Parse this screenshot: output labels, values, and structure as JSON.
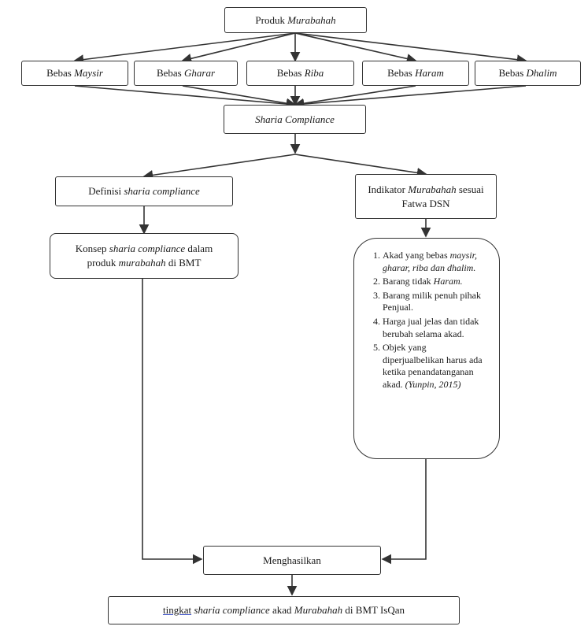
{
  "nodes": {
    "produk": {
      "pre": "Produk ",
      "em": "Murabahah",
      "post": ""
    },
    "maysir": {
      "pre": "Bebas ",
      "em": "Maysir",
      "post": ""
    },
    "gharar": {
      "pre": "Bebas ",
      "em": "Gharar",
      "post": ""
    },
    "riba": {
      "pre": "Bebas ",
      "em": "Riba",
      "post": ""
    },
    "haram": {
      "pre": "Bebas ",
      "em": "Haram",
      "post": ""
    },
    "dhalim": {
      "pre": "Bebas ",
      "em": "Dhalim",
      "post": ""
    },
    "compliance": {
      "pre": "",
      "em": "Sharia Compliance",
      "post": ""
    },
    "definisi": {
      "pre": "Definisi ",
      "em": "sharia compliance",
      "post": ""
    },
    "indikator": {
      "pre": "Indikator ",
      "em": "Murabahah",
      "post": " sesuai Fatwa DSN"
    },
    "konsep": {
      "pre1": "Konsep ",
      "em1": "sharia compliance",
      "mid": " dalam produk ",
      "em2": "murabahah",
      "post": " di BMT"
    },
    "menghasilkan": {
      "text": "Menghasilkan"
    },
    "tingkat": {
      "link": "tingkat",
      "mid": " ",
      "em1": "sharia compliance",
      "mid2": " akad ",
      "em2": "Murabahah",
      "post": " di BMT IsQan"
    }
  },
  "indicators": [
    {
      "pre": "Akad yang bebas ",
      "em": "maysir, gharar, riba dan dhalim.",
      "post": ""
    },
    {
      "pre": "Barang tidak ",
      "em": "Haram.",
      "post": ""
    },
    {
      "pre": "Barang milik penuh pihak Penjual.",
      "em": "",
      "post": ""
    },
    {
      "pre": "Harga jual jelas dan tidak berubah selama akad.",
      "em": "",
      "post": ""
    },
    {
      "pre": "Objek yang diperjualbelikan harus ada ketika penandatanganan akad. ",
      "em": "(Yunpin, 2015)",
      "post": ""
    }
  ]
}
